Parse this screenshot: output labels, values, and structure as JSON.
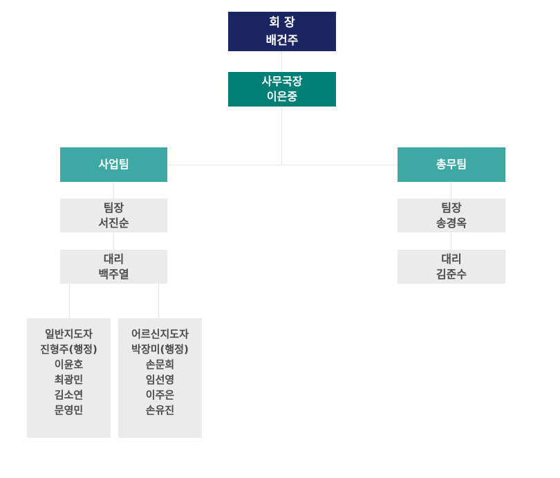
{
  "chairman": {
    "title": "회 장",
    "name": "배건주"
  },
  "secretary_general": {
    "title": "사무국장",
    "name": "이은중"
  },
  "business_team": {
    "label": "사업팀",
    "leader": {
      "title": "팀장",
      "name": "서진순"
    },
    "assistant": {
      "title": "대리",
      "name": "백주열"
    },
    "general_instructors": [
      "일반지도자",
      "진형주(행정)",
      "이윤호",
      "최광민",
      "김소연",
      "문영민"
    ],
    "senior_instructors": [
      "어르신지도자",
      "박장미(행정)",
      "손문희",
      "임선영",
      "이주은",
      "손유진"
    ]
  },
  "general_affairs_team": {
    "label": "총무팀",
    "leader": {
      "title": "팀장",
      "name": "송경옥"
    },
    "assistant": {
      "title": "대리",
      "name": "김준수"
    }
  },
  "colors": {
    "navy": "#1b2561",
    "teal_dark": "#007f77",
    "teal": "#3ea8a4",
    "gray_box": "#ebebeb",
    "connector": "#e3e6ea"
  }
}
